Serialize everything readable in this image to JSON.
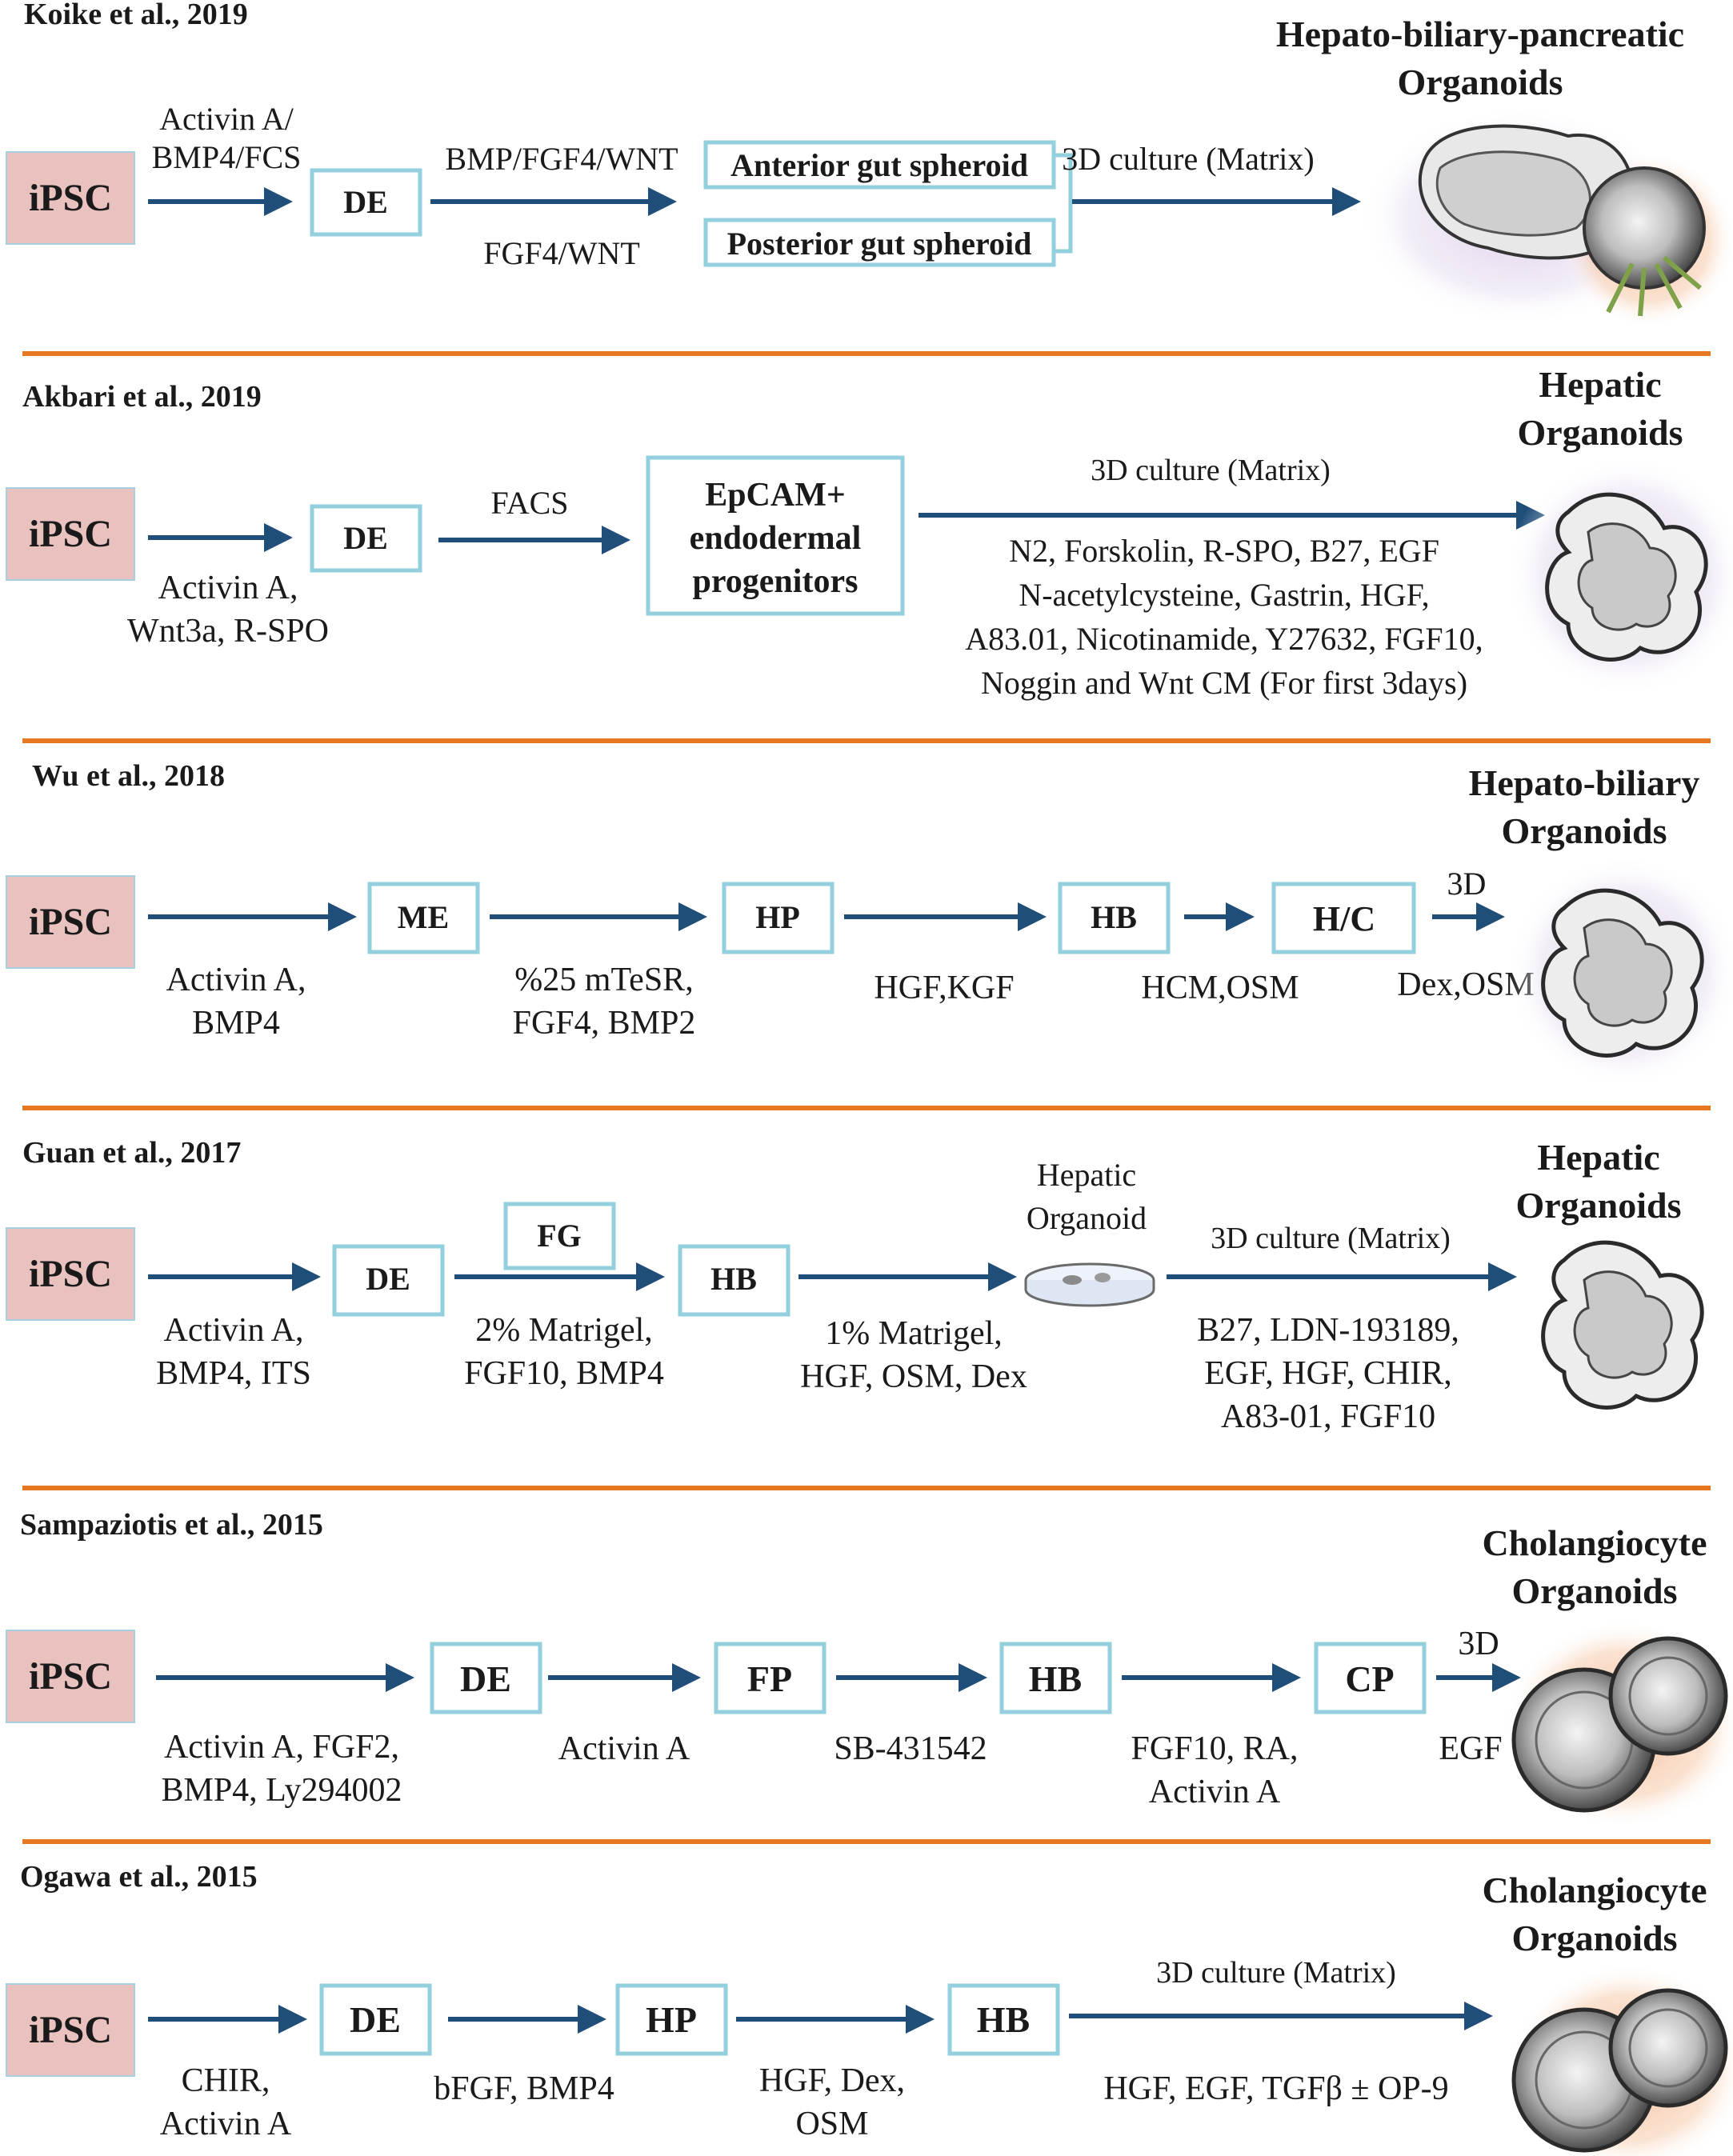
{
  "rows": [
    {
      "citation": "Koike et al., 2019",
      "start": "iPSC",
      "stages": [
        "DE",
        "Anterior gut spheroid",
        "Posterior gut spheroid"
      ],
      "conditions": [
        "Activin A/",
        "BMP4/FCS",
        "BMP/FGF4/WNT",
        "FGF4/WNT",
        "3D culture (Matrix)"
      ],
      "result": [
        "Hepato-biliary-pancreatic",
        "Organoids"
      ]
    },
    {
      "citation": "Akbari et al., 2019",
      "start": "iPSC",
      "stages": [
        "DE",
        "EpCAM+",
        "endodermal",
        "progenitors"
      ],
      "conditions": [
        "Activin A,",
        "Wnt3a, R-SPO",
        "FACS",
        "3D culture (Matrix)",
        "N2, Forskolin, R-SPO, B27, EGF",
        "N-acetylcysteine, Gastrin, HGF,",
        "A83.01, Nicotinamide, Y27632, FGF10,",
        "Noggin and Wnt CM (For first 3days)"
      ],
      "result": [
        "Hepatic",
        "Organoids"
      ]
    },
    {
      "citation": "Wu et al., 2018",
      "start": "iPSC",
      "stages": [
        "ME",
        "HP",
        "HB",
        "H/C"
      ],
      "conditions": [
        "Activin A,",
        "BMP4",
        "%25 mTeSR,",
        "FGF4, BMP2",
        "HGF,KGF",
        "HCM,OSM",
        "3D",
        "Dex,OSM"
      ],
      "result": [
        "Hepato-biliary",
        "Organoids"
      ]
    },
    {
      "citation": "Guan et al., 2017",
      "start": "iPSC",
      "stages": [
        "DE",
        "FG",
        "HB"
      ],
      "conditions": [
        "Activin A,",
        "BMP4, ITS",
        "2% Matrigel,",
        "FGF10, BMP4",
        "1% Matrigel,",
        "HGF, OSM, Dex",
        "Hepatic",
        "Organoid",
        "3D culture (Matrix)",
        "B27, LDN-193189,",
        "EGF, HGF, CHIR,",
        "A83-01, FGF10"
      ],
      "result": [
        "Hepatic",
        "Organoids"
      ]
    },
    {
      "citation": "Sampaziotis et al., 2015",
      "start": "iPSC",
      "stages": [
        "DE",
        "FP",
        "HB",
        "CP"
      ],
      "conditions": [
        "Activin A, FGF2,",
        "BMP4, Ly294002",
        "Activin A",
        "SB-431542",
        "FGF10, RA,",
        "Activin A",
        "3D",
        "EGF"
      ],
      "result": [
        "Cholangiocyte",
        "Organoids"
      ]
    },
    {
      "citation": "Ogawa et al., 2015",
      "start": "iPSC",
      "stages": [
        "DE",
        "HP",
        "HB"
      ],
      "conditions": [
        "CHIR,",
        "Activin A",
        "bFGF, BMP4",
        "HGF, Dex,",
        "OSM",
        "3D culture (Matrix)",
        "HGF, EGF, TGFβ ± OP-9"
      ],
      "result": [
        "Cholangiocyte",
        "Organoids"
      ]
    }
  ],
  "colors": {
    "separator": "#e87722",
    "ipsc_fill": "#e9c2bf",
    "stage_border": "#93cfdc",
    "arrow": "#1f4e79"
  }
}
